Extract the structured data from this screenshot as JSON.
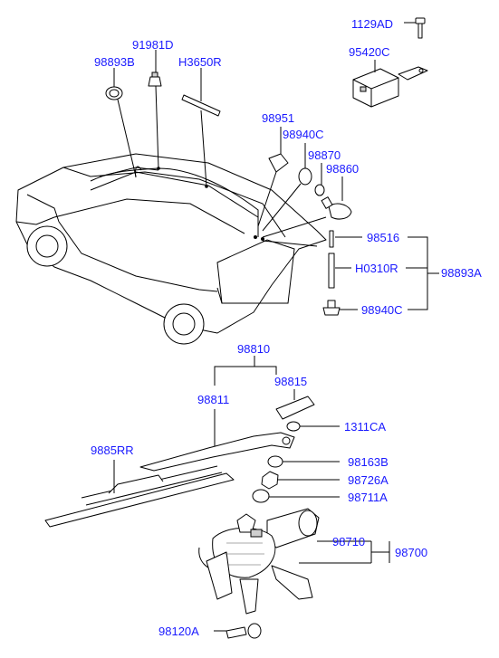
{
  "labels": {
    "p1129AD": "1129AD",
    "p95420C": "95420C",
    "p91981D": "91981D",
    "p98893B": "98893B",
    "pH3650R": "H3650R",
    "p98951": "98951",
    "p98940C_top": "98940C",
    "p98870": "98870",
    "p98860": "98860",
    "p98516": "98516",
    "pH0310R": "H0310R",
    "p98893A": "98893A",
    "p98940C_bot": "98940C",
    "p98810": "98810",
    "p98815": "98815",
    "p98811": "98811",
    "p1311CA": "1311CA",
    "p9885RR": "9885RR",
    "p98163B": "98163B",
    "p98726A": "98726A",
    "p98711A": "98711A",
    "p98710": "98710",
    "p98700": "98700",
    "p98120A": "98120A"
  },
  "colors": {
    "label": "#1a1aff",
    "line": "#000000",
    "shade": "#cfcfcf"
  }
}
